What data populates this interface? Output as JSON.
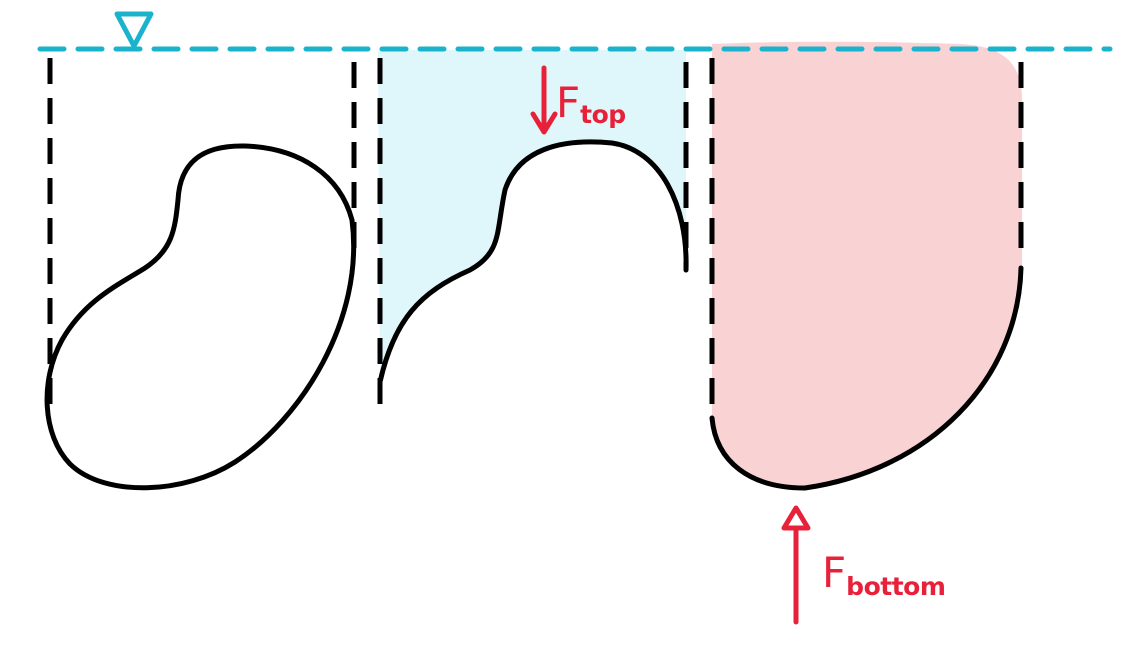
{
  "labels": {
    "force_top": {
      "main": "F",
      "sub": "top"
    },
    "force_bottom": {
      "main": "F",
      "sub": "bottom"
    }
  },
  "colors": {
    "water_surface": "#1bb3cc",
    "top_fill": "#dff7fa",
    "bottom_fill": "#f9d2d4",
    "force_arrow": "#e8213a",
    "outline": "#000000"
  },
  "icons": {
    "surface_symbol": "inverted-triangle-icon"
  }
}
